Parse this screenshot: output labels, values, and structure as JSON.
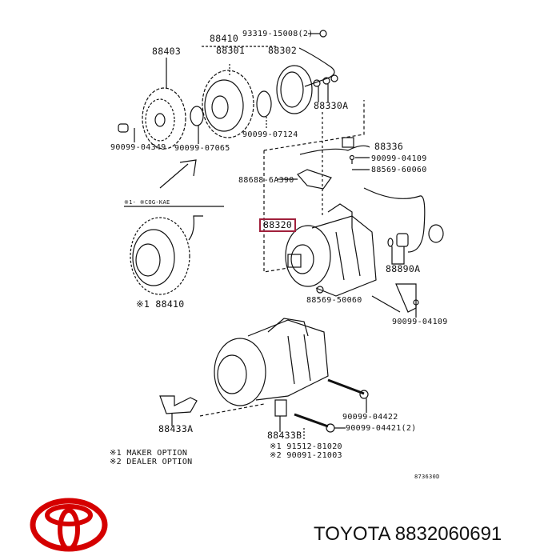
{
  "labels": {
    "p93319": "93319-15008(2)",
    "p88410_top": "88410",
    "p88403": "88403",
    "p88301": "88301",
    "p88302": "88302",
    "p88330A": "88330A",
    "p90099_07124": "90099-07124",
    "p90099_04349": "90099-04349",
    "p90099_07065": "90099-07065",
    "p88336": "88336",
    "p90099_04109_a": "90099-04109",
    "p88569_60060": "88569-60060",
    "p88688": "88688-6A390",
    "variant_header": "※1-      ※COG-KAE",
    "p88320": "88320",
    "p88890A": "88890A",
    "p88410_bottom": "※1 88410",
    "p88569_50060": "88569-50060",
    "p90099_04109_b": "90099-04109",
    "p90099_04422": "90099-04422",
    "p88433A": "88433A",
    "p90099_04421": "90099-04421(2)",
    "p88433B": "88433B",
    "p91512": "※1 91512-81020",
    "p90091": "※2 90091-21003",
    "note1": "※1 MAKER OPTION",
    "note2": "※2 DEALER OPTION",
    "diagram_code": "873630D"
  },
  "brand": {
    "logo": "TOYOTA",
    "caption": "TOYOTA 8832060691",
    "logo_color": "#d50000",
    "highlight_color": "#a0203c"
  }
}
